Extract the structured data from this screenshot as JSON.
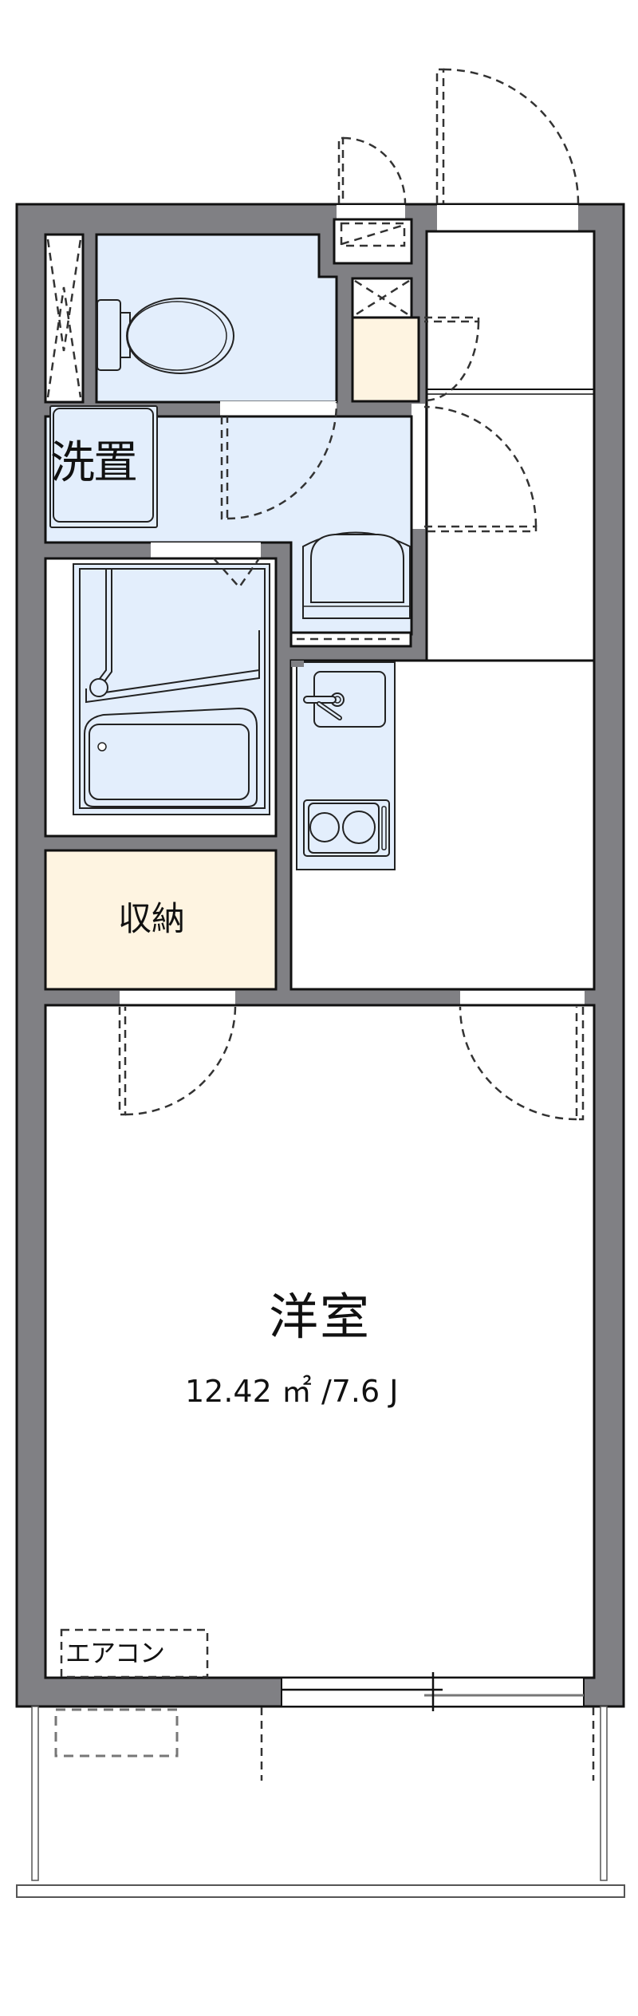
{
  "floorplan": {
    "title": "1K floor plan",
    "colors": {
      "wall": "#808084",
      "wall_outline": "#111111",
      "wet_area": "#e3eefc",
      "storage": "#fef4e1",
      "floor": "#ffffff",
      "dashed": "#333333"
    },
    "rooms": [
      {
        "id": "washroom",
        "label": "洗置"
      },
      {
        "id": "storage",
        "label": "収納"
      },
      {
        "id": "western_room",
        "label": "洋室",
        "area": "12.42 ㎡ /7.6 J"
      }
    ],
    "fixtures": {
      "aircon": "エアコン",
      "toilet": "toilet-icon",
      "bathtub": "bathtub-icon",
      "sink": "kitchen-sink-icon",
      "stove": "two-burner-stove-icon",
      "washbasin": "washbasin-icon"
    }
  }
}
